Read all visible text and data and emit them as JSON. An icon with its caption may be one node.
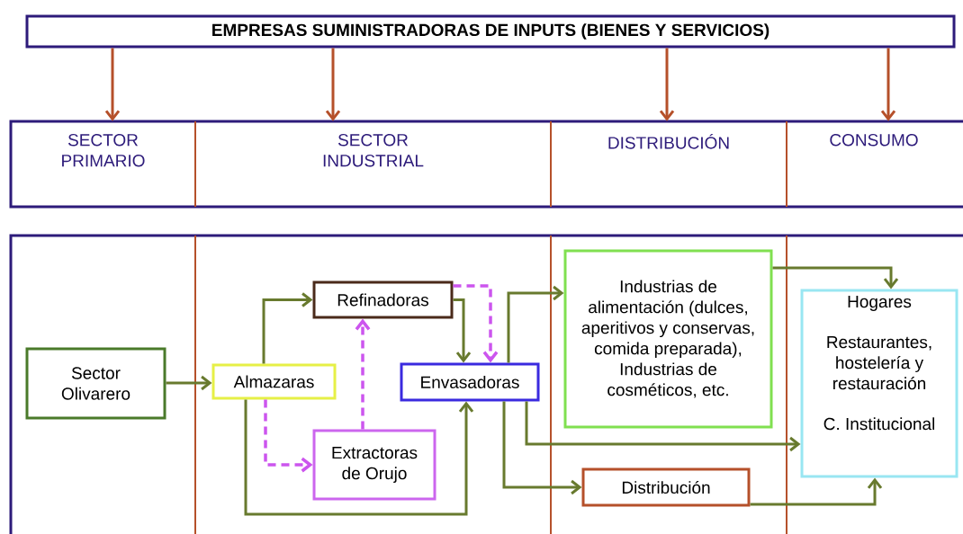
{
  "diagram": {
    "nodes": [
      {
        "text": [
          "EMPRESAS SUMINISTRADORAS DE INPUTS (BIENES Y SERVICIOS)"
        ]
      },
      {
        "text": [
          "SECTOR PRIMARIO"
        ]
      },
      {
        "text": [
          "SECTOR INDUSTRIAL"
        ]
      },
      {
        "text": [
          "DISTRIBUCIÓN"
        ]
      },
      {
        "text": [
          "CONSUMO"
        ]
      },
      {
        "text": [
          "Sector Olivarero"
        ]
      },
      {
        "text": [
          "Almazaras"
        ]
      },
      {
        "text": [
          "Refinadoras"
        ]
      },
      {
        "text": [
          "Envasadoras"
        ]
      },
      {
        "text": [
          "Extractoras de Orujo"
        ]
      },
      {
        "text": [
          "Industrias de alimentación (dulces, aperitivos y conservas, comida preparada), Industrias de cosméticos, etc."
        ]
      },
      {
        "text": [
          "Hogares",
          "Restaurantes, hostelería y restauración",
          "C. Institucional"
        ]
      },
      {
        "text": [
          "Distribución"
        ]
      }
    ],
    "edges": [
      {
        "from": 0,
        "to": 1,
        "arrow": "to",
        "color": "#b5502a"
      },
      {
        "from": 0,
        "to": 2,
        "arrow": "to",
        "color": "#b5502a"
      },
      {
        "from": 0,
        "to": 3,
        "arrow": "to",
        "color": "#b5502a"
      },
      {
        "from": 0,
        "to": 4,
        "arrow": "to",
        "color": "#b5502a"
      },
      {
        "from": 5,
        "to": 6,
        "arrow": "to"
      },
      {
        "from": 6,
        "to": 7,
        "arrow": "to"
      },
      {
        "from": 6,
        "to": 9,
        "arrow": "to",
        "style": "dashed",
        "color": "#cc55ee"
      },
      {
        "from": 9,
        "to": 7,
        "arrow": "to",
        "style": "dashed",
        "color": "#cc55ee"
      },
      {
        "from": 6,
        "to": 8,
        "arrow": "to"
      },
      {
        "from": 7,
        "to": 8,
        "arrow": "to"
      },
      {
        "from": 7,
        "to": 8,
        "arrow": "to",
        "style": "dashed",
        "color": "#cc55ee"
      },
      {
        "from": 8,
        "to": 10,
        "arrow": "to"
      },
      {
        "from": 8,
        "to": 11,
        "arrow": "to"
      },
      {
        "from": 8,
        "to": 12,
        "arrow": "to"
      },
      {
        "from": 10,
        "to": 11,
        "arrow": "to"
      },
      {
        "from": 12,
        "to": 11,
        "arrow": "to"
      }
    ]
  }
}
